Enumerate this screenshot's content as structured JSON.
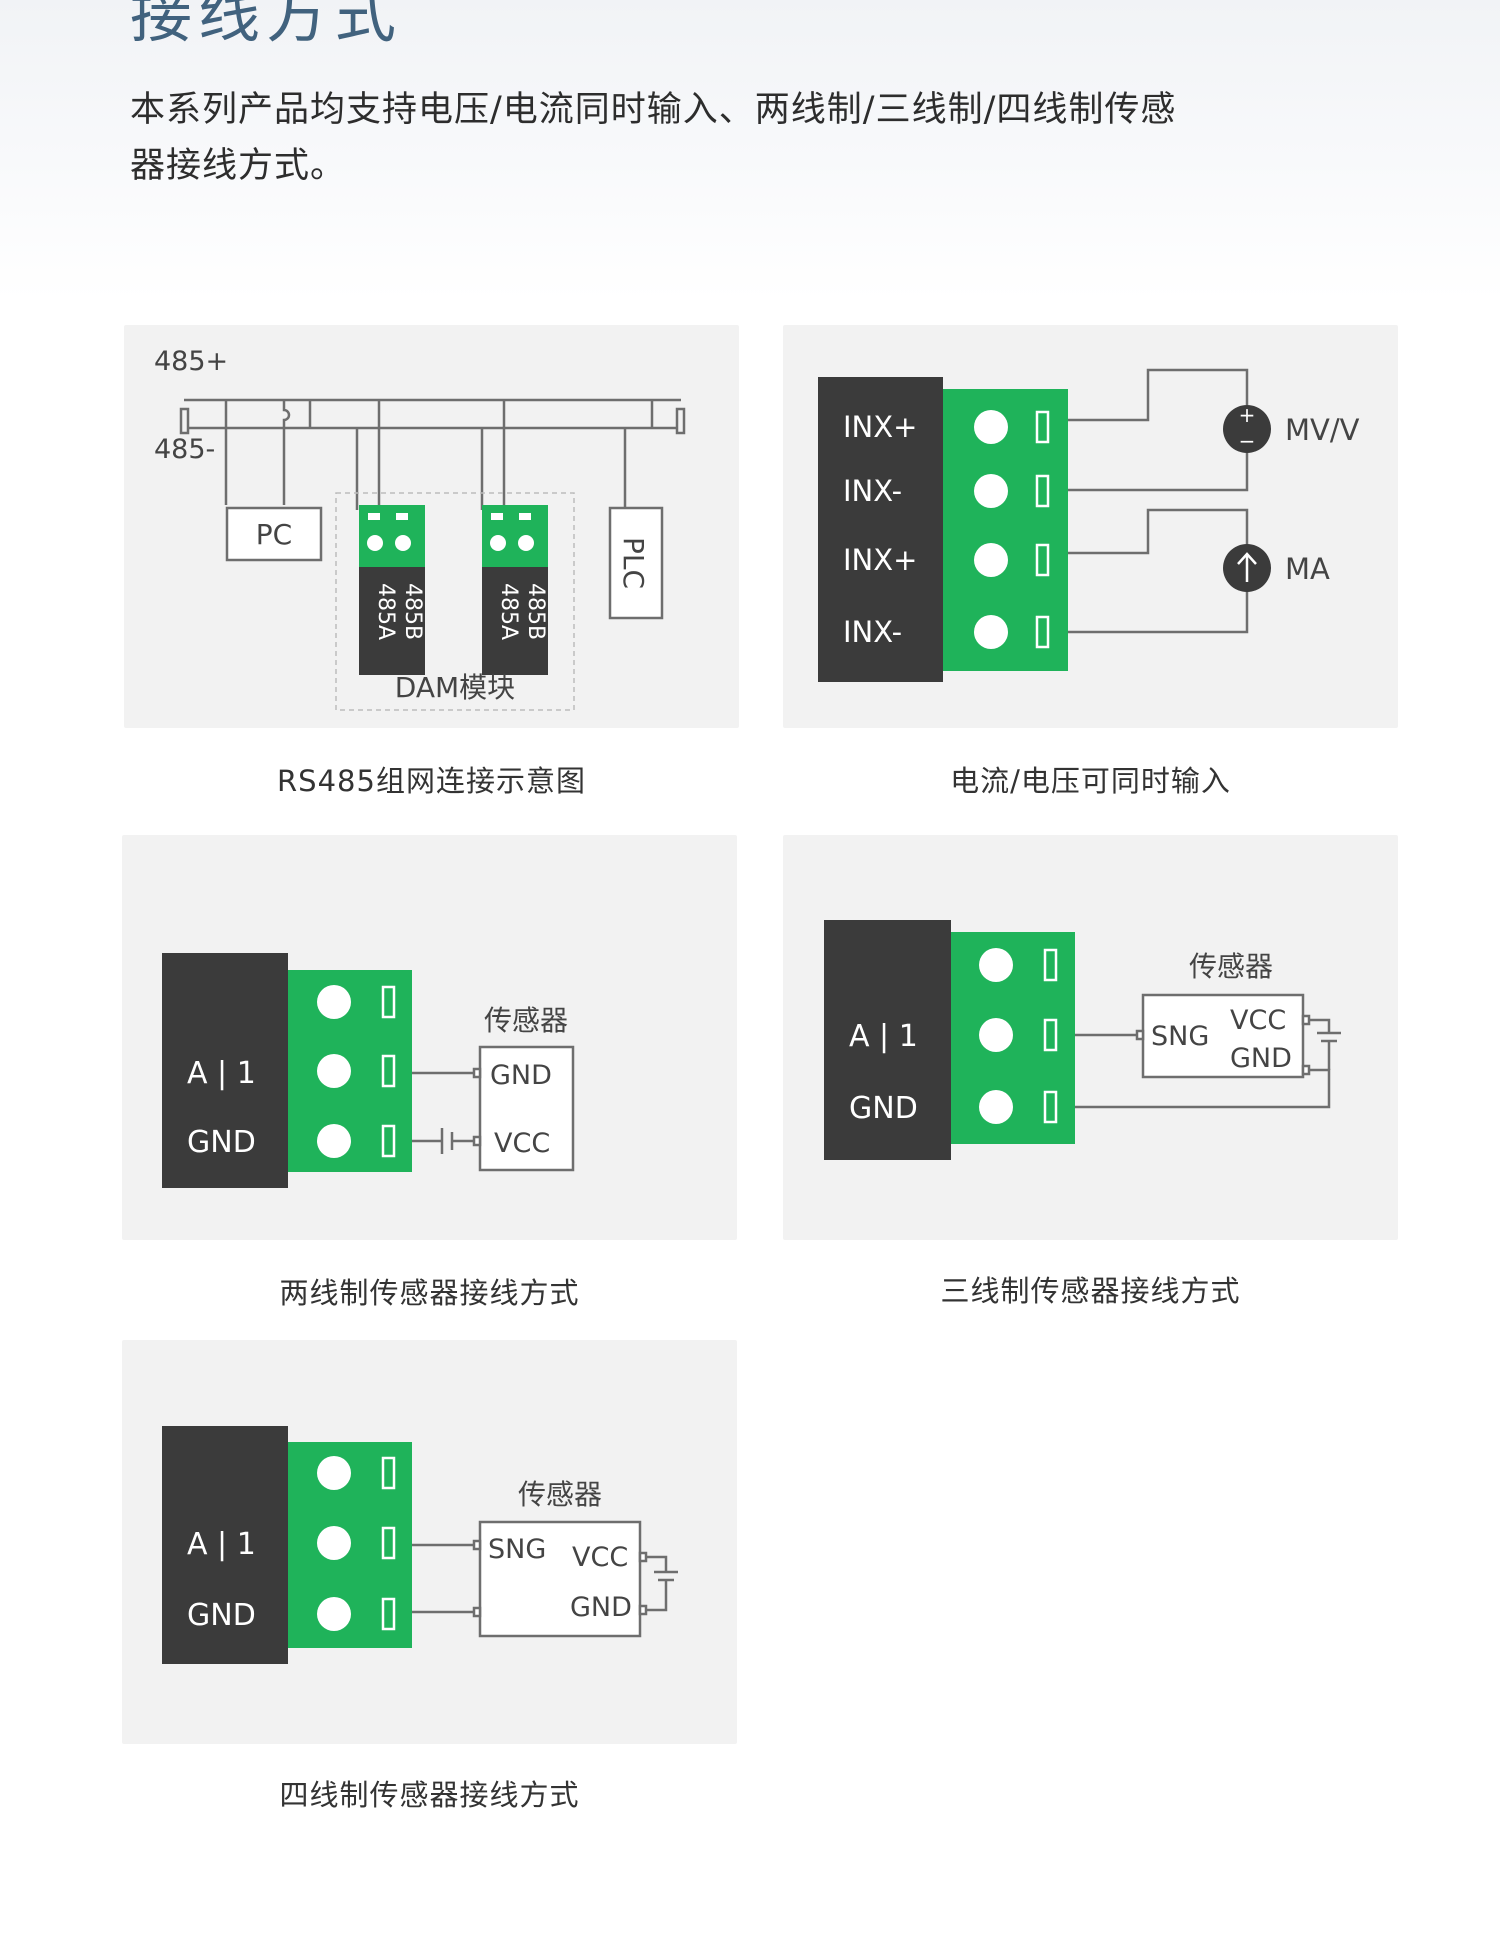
{
  "header": {
    "title": "接线方式",
    "intro": "本系列产品均支持电压/电流同时输入、两线制/三线制/四线制传感器接线方式。"
  },
  "diagrams": {
    "rs485": {
      "caption": "RS485组网连接示意图",
      "bus_plus": "485+",
      "bus_minus": "485-",
      "pc": "PC",
      "plc": "PLC",
      "module_label": "DAM模块",
      "term_a": "485A",
      "term_b": "485B"
    },
    "mixed": {
      "caption": "电流/电压可同时输入",
      "inputs": [
        "INX+",
        "INX-",
        "INX+",
        "INX-"
      ],
      "voltage_source": "MV/V",
      "current_source": "MA",
      "plus_sign": "+",
      "minus_sign": "−"
    },
    "two_wire": {
      "caption": "两线制传感器接线方式",
      "terminal_labels": [
        "A | 1",
        "GND"
      ],
      "sensor_title": "传感器",
      "sensor_pins": [
        "GND",
        "VCC"
      ]
    },
    "three_wire": {
      "caption": "三线制传感器接线方式",
      "terminal_labels": [
        "A | 1",
        "GND"
      ],
      "sensor_title": "传感器",
      "sensor_pins": [
        "SNG",
        "VCC",
        "GND"
      ]
    },
    "four_wire": {
      "caption": "四线制传感器接线方式",
      "terminal_labels": [
        "A | 1",
        "GND"
      ],
      "sensor_title": "传感器",
      "sensor_pins": [
        "SNG",
        "VCC",
        "GND"
      ]
    }
  },
  "colors": {
    "terminal_green": "#1fb35a",
    "terminal_dark": "#3b3b3b",
    "panel_bg": "#f2f2f2",
    "line": "#6e6e6e",
    "title": "#41627e"
  }
}
